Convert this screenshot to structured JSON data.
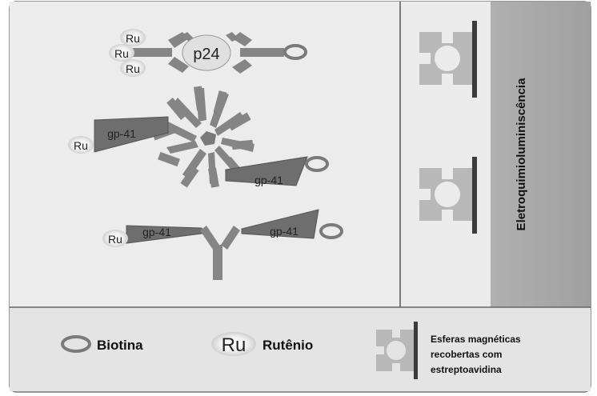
{
  "labels": {
    "ru": "Ru",
    "p24": "p24",
    "gp41": "gp-41",
    "side_title": "Eletroquimioluminiscência"
  },
  "legend": {
    "biotin": "Biotina",
    "ru_symbol": "Ru",
    "ruthenium": "Rutênio",
    "beads_line1": "Esferas magnéticas",
    "beads_line2": "recobertas com",
    "beads_line3": "estreptoavidina"
  },
  "colors": {
    "background_panel": "#ececec",
    "legend_bg": "#e4e4e4",
    "side_panel": "#a9a9a9",
    "antibody": "#858585",
    "antigen": "#6e6e6e",
    "bead": "#b8b8b8",
    "dots": "#3a3a3a"
  }
}
